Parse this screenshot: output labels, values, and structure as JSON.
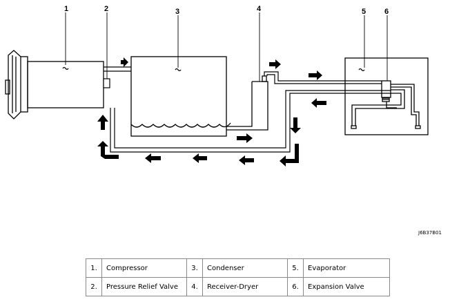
{
  "figure": {
    "callouts": [
      "1",
      "2",
      "3",
      "4",
      "5",
      "6"
    ],
    "figure_code": "J6B37B01"
  },
  "legend": {
    "rows": [
      [
        {
          "num": "1.",
          "label": "Compressor"
        },
        {
          "num": "3.",
          "label": "Condenser"
        },
        {
          "num": "5.",
          "label": "Evaporator"
        }
      ],
      [
        {
          "num": "2.",
          "label": "Pressure Relief Valve"
        },
        {
          "num": "4.",
          "label": "Receiver-Dryer"
        },
        {
          "num": "6.",
          "label": "Expansion Valve"
        }
      ]
    ]
  }
}
